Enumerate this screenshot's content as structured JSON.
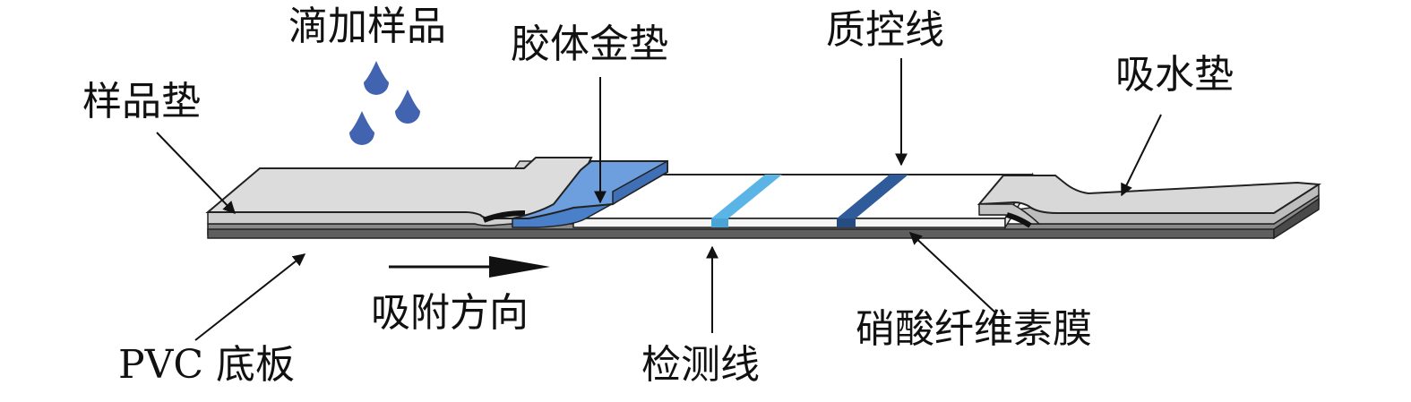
{
  "labels": {
    "add_sample": "滴加样品",
    "sample_pad": "样品垫",
    "conjugate_pad": "胶体金垫",
    "control_line": "质控线",
    "absorbent_pad": "吸水垫",
    "flow_direction": "吸附方向",
    "pvc_backing": "PVC 底板",
    "test_line": "检测线",
    "nc_membrane": "硝酸纤维素膜"
  },
  "colors": {
    "pad_gray": "#d9d9d9",
    "conjugate_pad": "#5b8fd6",
    "test_line": "#5ab4e6",
    "control_line": "#2f5b9a",
    "drops": "#4163b0",
    "backing": "#6b6b6b"
  }
}
